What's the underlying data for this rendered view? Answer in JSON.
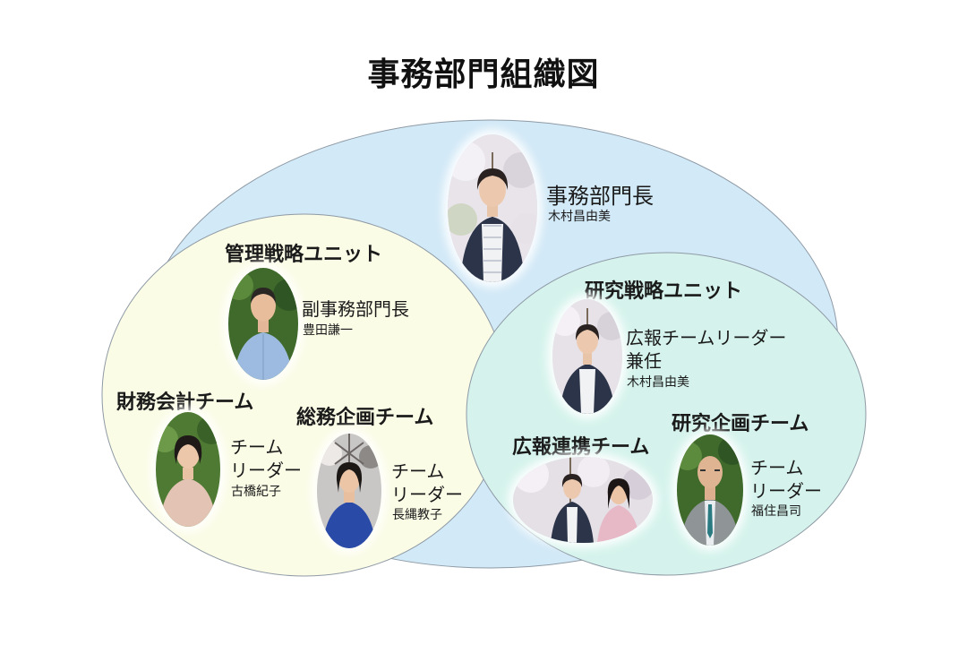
{
  "title": "事務部門組織図",
  "colors": {
    "outer": "#d2e9f7",
    "left": "#fbfce6",
    "right": "#d5f3ec",
    "outline": "#8e9aa5"
  },
  "head": {
    "role": "事務部門長",
    "name": "木村昌由美"
  },
  "management": {
    "unit": "管理戦略ユニット",
    "deputy": {
      "role": "副事務部門長",
      "name": "豊田謙一"
    },
    "finance": {
      "team": "財務会計チーム",
      "role_line1": "チーム",
      "role_line2": "リーダー",
      "name": "古橋紀子"
    },
    "general": {
      "team": "総務企画チーム",
      "role_line1": "チーム",
      "role_line2": "リーダー",
      "name": "長縄教子"
    }
  },
  "research": {
    "unit": "研究戦略ユニット",
    "pr_leader": {
      "role_line1": "広報チームリーダー",
      "role_line2": "兼任",
      "name": "木村昌由美"
    },
    "pr_team": {
      "team": "広報連携チーム"
    },
    "planning": {
      "team": "研究企画チーム",
      "role_line1": "チーム",
      "role_line2": "リーダー",
      "name": "福住昌司"
    }
  }
}
